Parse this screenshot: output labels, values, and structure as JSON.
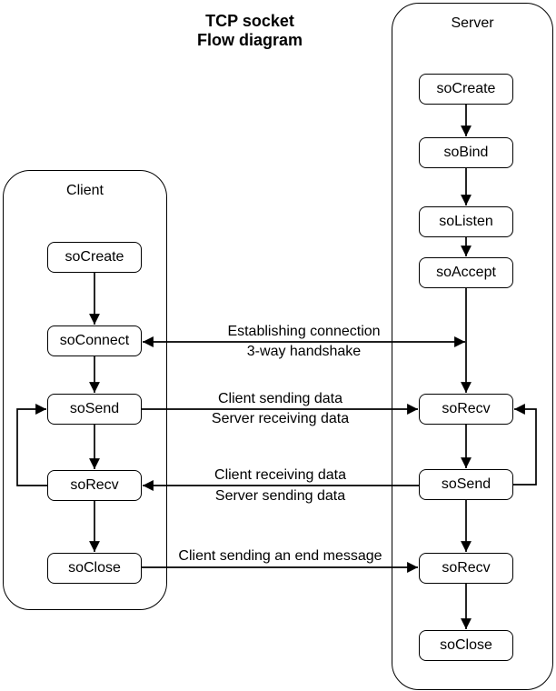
{
  "title": {
    "line1": "TCP socket",
    "line2": "Flow diagram"
  },
  "client": {
    "label": "Client",
    "nodes": [
      {
        "label": "soCreate"
      },
      {
        "label": "soConnect"
      },
      {
        "label": "soSend"
      },
      {
        "label": "soRecv"
      },
      {
        "label": "soClose"
      }
    ]
  },
  "server": {
    "label": "Server",
    "nodes": [
      {
        "label": "soCreate"
      },
      {
        "label": "soBind"
      },
      {
        "label": "soListen"
      },
      {
        "label": "soAccept"
      },
      {
        "label": "soRecv"
      },
      {
        "label": "soSend"
      },
      {
        "label": "soRecv"
      },
      {
        "label": "soClose"
      }
    ]
  },
  "edges": [
    {
      "from": "client soConnect",
      "to": "server soAccept-soRecv link",
      "direction": "bidirectional",
      "line1": "Establishing connection",
      "line2": "3-way handshake"
    },
    {
      "from": "client soSend",
      "to": "server soRecv",
      "direction": "client-to-server",
      "line1": "Client sending data",
      "line2": "Server receiving data"
    },
    {
      "from": "server soSend",
      "to": "client soRecv",
      "direction": "server-to-client",
      "line1": "Client receiving data",
      "line2": "Server sending data"
    },
    {
      "from": "client soClose",
      "to": "server soRecv",
      "direction": "client-to-server",
      "line1": "Client sending an end message"
    }
  ],
  "loops": [
    {
      "side": "client",
      "from": "soRecv",
      "to": "soSend"
    },
    {
      "side": "server",
      "from": "soSend",
      "to": "soRecv"
    }
  ],
  "colors": {
    "background": "#ffffff",
    "line": "#000000",
    "text": "#000000"
  }
}
